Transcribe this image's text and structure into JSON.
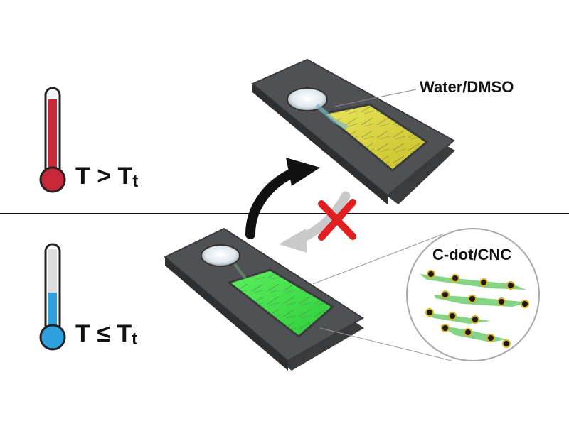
{
  "labels": {
    "top_temperature": {
      "symbol": "T > T",
      "subscript": "t"
    },
    "bottom_temperature": {
      "symbol": "T ≤ T",
      "subscript": "t"
    },
    "solvent": "Water/DMSO",
    "composite": "C-dot/CNC"
  },
  "colors": {
    "hot_thermometer": "#c6283a",
    "cold_thermometer": "#2ea0dd",
    "yellow_fluorescence": "#d7d23a",
    "green_fluorescence": "#3fe04a",
    "device_body": "#4a4b4d",
    "blocked_mark": "#e02020",
    "forward_arrow": "#111111",
    "reverse_arrow": "#c9c9c9"
  }
}
